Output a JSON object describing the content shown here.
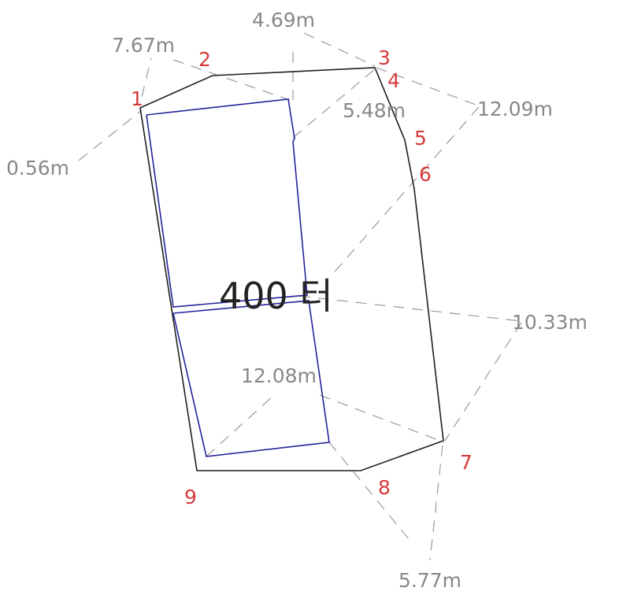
{
  "diagram": {
    "center_label": "400 터",
    "colors": {
      "outline": "#1f1f1f",
      "inner": "#23239a",
      "dashed": "#9a9a9a",
      "point_labels": "#d63b3b",
      "dimension_labels": "#888888"
    },
    "points": [
      {
        "label": "1"
      },
      {
        "label": "2"
      },
      {
        "label": "3"
      },
      {
        "label": "4"
      },
      {
        "label": "5"
      },
      {
        "label": "6"
      },
      {
        "label": "7"
      },
      {
        "label": "8"
      },
      {
        "label": "9"
      }
    ],
    "dimensions": [
      {
        "text": "7.67m"
      },
      {
        "text": "4.69m"
      },
      {
        "text": "5.48m"
      },
      {
        "text": "12.09m"
      },
      {
        "text": "0.56m"
      },
      {
        "text": "10.33m"
      },
      {
        "text": "12.08m"
      },
      {
        "text": "5.77m"
      }
    ]
  }
}
